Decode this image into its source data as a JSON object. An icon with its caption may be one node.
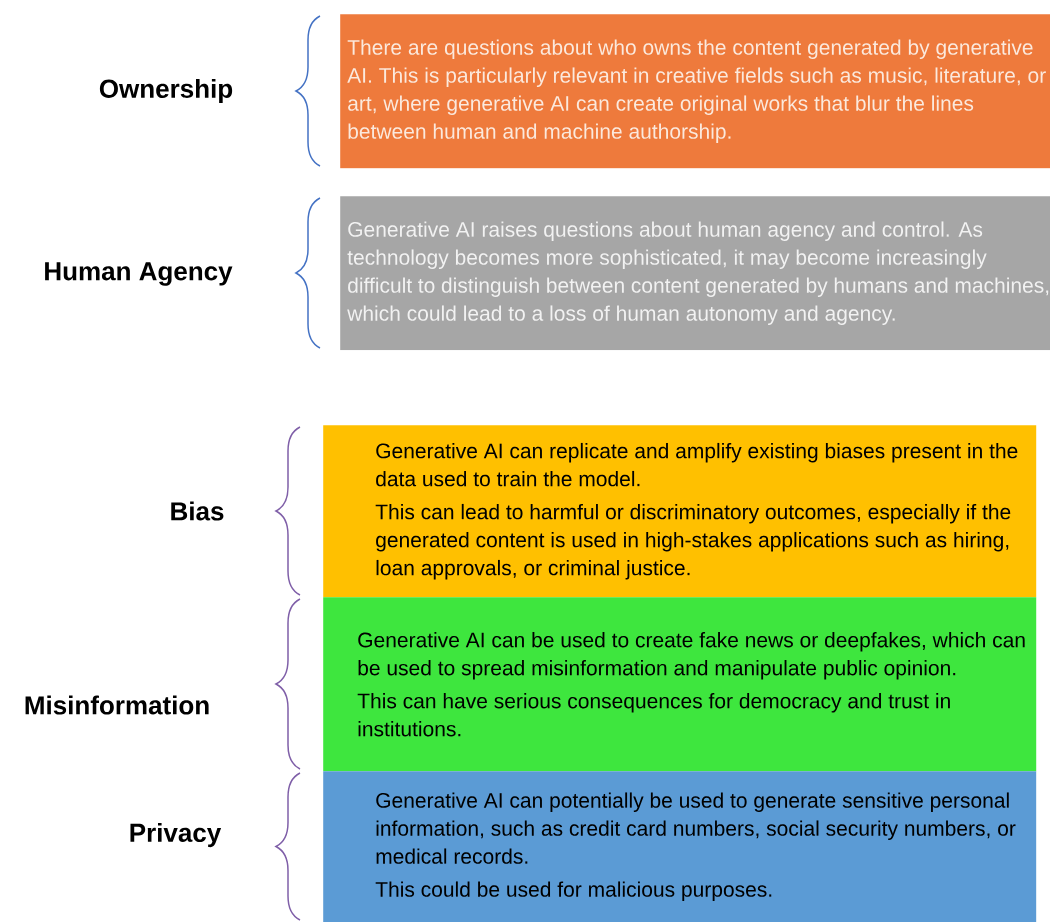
{
  "diagram": {
    "nodes": [
      {
        "text": [
          "Ownership",
          "There are questions about who owns the content generated by generative AI. This is particularly relevant in creative fields such as music, literature, or art, where generative AI can create original works that blur the lines between human and machine authorship."
        ]
      },
      {
        "text": [
          "Human Agency",
          "Generative AI raises questions about human agency and control. As technology becomes more sophisticated, it may become increasingly difficult to distinguish between content generated by humans and machines, which could lead to a loss of human autonomy and agency."
        ]
      },
      {
        "text": [
          "Bias",
          "Generative AI can replicate and amplify existing biases present in the data used to train the model.",
          "This can lead to harmful or discriminatory outcomes, especially if the generated content is used in high-stakes applications such as hiring, loan approvals, or criminal justice."
        ]
      },
      {
        "text": [
          "Misinformation",
          "Generative AI can be used to create fake news or deepfakes, which can be used to spread misinformation and manipulate public opinion.",
          "This can have serious consequences for democracy and trust in institutions."
        ]
      },
      {
        "text": [
          "Privacy",
          "Generative AI can potentially be used to generate sensitive personal information, such as credit card numbers, social security numbers, or medical records.",
          "This could be used for malicious purposes."
        ]
      }
    ]
  }
}
